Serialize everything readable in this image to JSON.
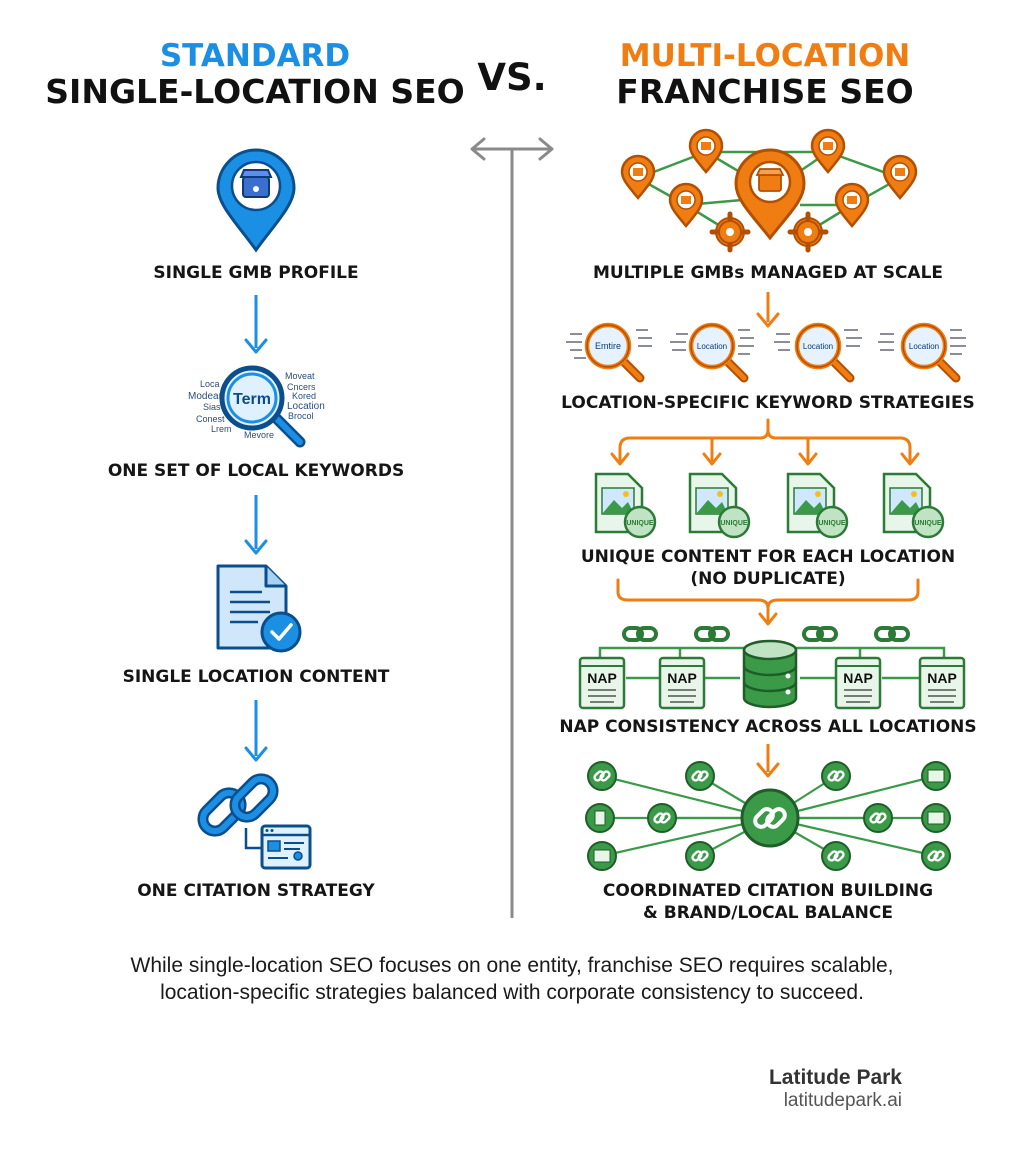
{
  "header": {
    "left_top": "STANDARD",
    "left_bottom": "SINGLE-LOCATION SEO",
    "vs": "VS.",
    "right_top": "MULTI-LOCATION",
    "right_bottom": "FRANCHISE SEO"
  },
  "left": {
    "steps": [
      "SINGLE GMB PROFILE",
      "ONE SET OF LOCAL KEYWORDS",
      "SINGLE LOCATION CONTENT",
      "ONE CITATION STRATEGY"
    ],
    "keyword_center": "Term",
    "keyword_words": [
      "Loca",
      "Modean",
      "Sias",
      "Conest",
      "Lrem",
      "Moveat",
      "Cncers",
      "Kored",
      "Location",
      "Brocol",
      "Mevore"
    ]
  },
  "right": {
    "steps": [
      "MULTIPLE GMBs MANAGED AT SCALE",
      "LOCATION-SPECIFIC KEYWORD STRATEGIES",
      "UNIQUE CONTENT FOR EACH LOCATION",
      "(NO DUPLICATE)",
      "NAP CONSISTENCY ACROSS ALL LOCATIONS",
      "COORDINATED CITATION BUILDING",
      "& BRAND/LOCAL BALANCE"
    ],
    "magnifier_words": [
      "Emtire",
      "Location",
      "Location",
      "Location"
    ],
    "stamp_text": "UNIQUE",
    "nap_label": "NAP"
  },
  "footer": {
    "line1": "While single-location SEO focuses on one entity, franchise SEO requires scalable,",
    "line2": "location-specific strategies balanced with corporate consistency to succeed."
  },
  "brand": {
    "name": "Latitude Park",
    "url": "latitudepark.ai"
  },
  "colors": {
    "blue": "#1a8fe3",
    "orange": "#f07d12",
    "green": "#3a9a48",
    "divider": "#8a8a8a"
  }
}
